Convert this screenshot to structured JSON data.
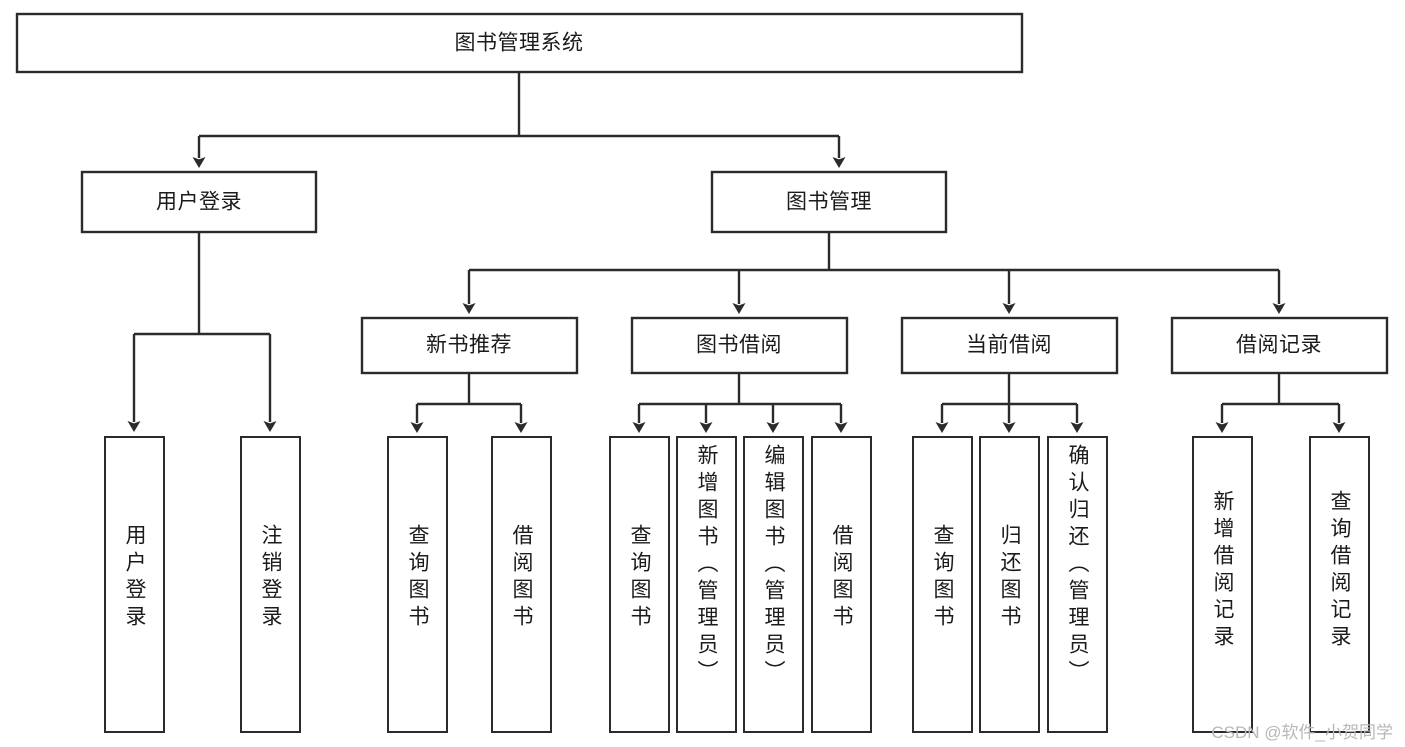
{
  "diagram": {
    "title_root": "图书管理系统",
    "type": "tree-hierarchy",
    "watermark": "CSDN @软件_小贺同学",
    "colors": {
      "stroke": "#2b2b2b",
      "fill": "#ffffff",
      "text": "#1b1b1b",
      "watermark": "#b8b8b8"
    },
    "level2": [
      {
        "id": "user-login",
        "label": "用户登录"
      },
      {
        "id": "book-manage",
        "label": "图书管理"
      }
    ],
    "level3": [
      {
        "id": "new-book-rec",
        "label": "新书推荐"
      },
      {
        "id": "book-borrow",
        "label": "图书借阅"
      },
      {
        "id": "current-borrow",
        "label": "当前借阅"
      },
      {
        "id": "borrow-record",
        "label": "借阅记录"
      }
    ],
    "leaves": {
      "user_login": [
        {
          "id": "leaf-user-login",
          "label": "用户登录"
        },
        {
          "id": "leaf-logout",
          "label": "注销登录"
        }
      ],
      "new_book_rec": [
        {
          "id": "leaf-query-book-1",
          "label": "查询图书"
        },
        {
          "id": "leaf-borrow-book-1",
          "label": "借阅图书"
        }
      ],
      "book_borrow": [
        {
          "id": "leaf-query-book-2",
          "label": "查询图书"
        },
        {
          "id": "leaf-add-book",
          "label": "新增图书（管理员）"
        },
        {
          "id": "leaf-edit-book",
          "label": "编辑图书（管理员）"
        },
        {
          "id": "leaf-borrow-book-2",
          "label": "借阅图书"
        }
      ],
      "current_borrow": [
        {
          "id": "leaf-query-book-3",
          "label": "查询图书"
        },
        {
          "id": "leaf-return-book",
          "label": "归还图书"
        },
        {
          "id": "leaf-confirm-return",
          "label": "确认归还（管理员）"
        }
      ],
      "borrow_record": [
        {
          "id": "leaf-add-record",
          "label": "新增借阅记录"
        },
        {
          "id": "leaf-query-record",
          "label": "查询借阅记录"
        }
      ]
    }
  }
}
